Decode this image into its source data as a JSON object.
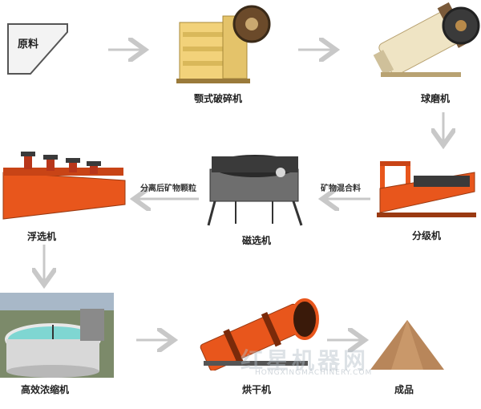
{
  "raw_material": "原料",
  "nodes": {
    "jaw_crusher": "颚式破碎机",
    "ball_mill": "球磨机",
    "classifier": "分级机",
    "magnetic_separator": "磁选机",
    "flotation": "浮选机",
    "thickener": "高效浓缩机",
    "dryer": "烘干机",
    "product": "成品"
  },
  "edges": {
    "mineral_mix": "矿物混合料",
    "separated_particles": "分离后矿物颗粒"
  },
  "watermark": {
    "main": "红星机器网",
    "sub": "HONGXINGMACHINERY.COM"
  },
  "colors": {
    "arrow": "#c8c8c8",
    "machine_orange": "#e8561c",
    "machine_yellow": "#f2d27a",
    "product_brown": "#b8865a"
  }
}
